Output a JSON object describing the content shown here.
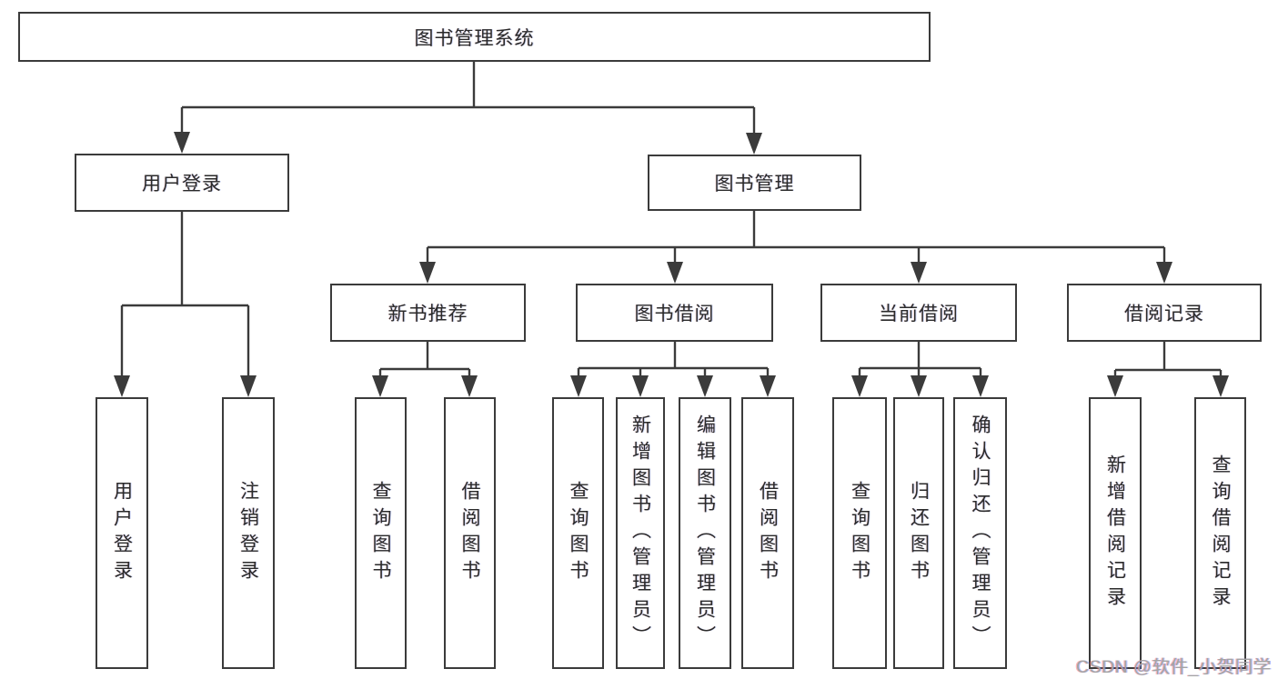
{
  "tree": {
    "root": {
      "label": "图书管理系统"
    },
    "branches": [
      {
        "label": "用户登录",
        "children": [
          {
            "label": "用户登录"
          },
          {
            "label": "注销登录"
          }
        ]
      },
      {
        "label": "图书管理",
        "children": [
          {
            "label": "新书推荐",
            "children": [
              {
                "label": "查询图书"
              },
              {
                "label": "借阅图书"
              }
            ]
          },
          {
            "label": "图书借阅",
            "children": [
              {
                "label": "查询图书"
              },
              {
                "label": "新增图书（管理员）"
              },
              {
                "label": "编辑图书（管理员）"
              },
              {
                "label": "借阅图书"
              }
            ]
          },
          {
            "label": "当前借阅",
            "children": [
              {
                "label": "查询图书"
              },
              {
                "label": "归还图书"
              },
              {
                "label": "确认归还（管理员）"
              }
            ]
          },
          {
            "label": "借阅记录",
            "children": [
              {
                "label": "新增借阅记录"
              },
              {
                "label": "查询借阅记录"
              }
            ]
          }
        ]
      }
    ]
  },
  "watermark": {
    "text": "CSDN @软件_小贺同学"
  },
  "colors": {
    "line": "#3b3b3b",
    "box_border": "#3b3b3b",
    "text": "#2a2a2a",
    "background": "#ffffff",
    "watermark": "#a4a4a4"
  }
}
